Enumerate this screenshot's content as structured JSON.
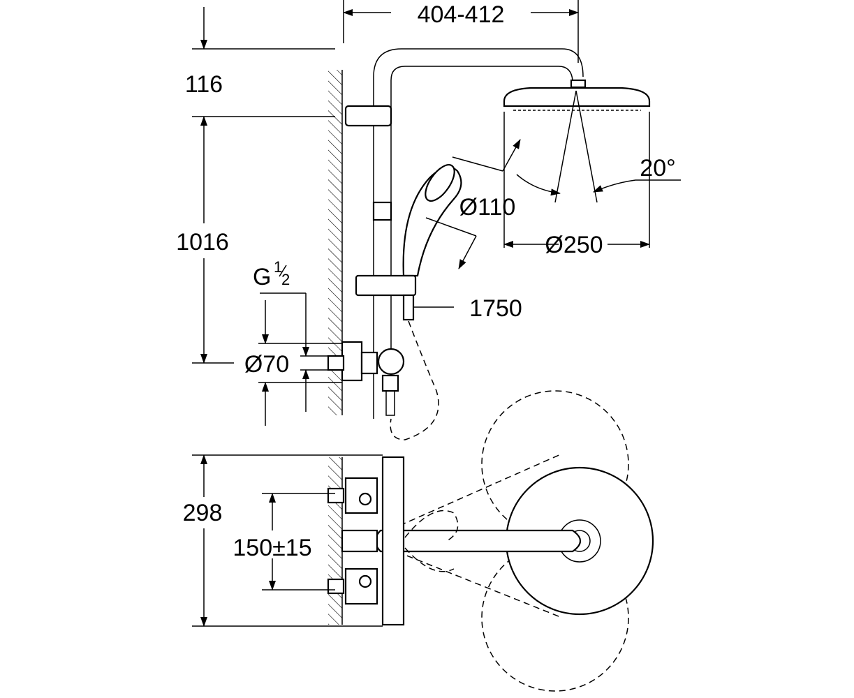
{
  "drawing": {
    "dimensions": {
      "width_arm": "404-412",
      "top_height": "116",
      "riser_height": "1016",
      "thread": "G",
      "thread_num": "1",
      "thread_den": "2",
      "inlet_diameter": "Ø70",
      "hand_shower_diameter": "Ø110",
      "head_shower_diameter": "Ø250",
      "spray_angle": "20°",
      "hose_length": "1750",
      "plan_depth": "298",
      "inlet_spacing": "150±15"
    },
    "line_color": "#000000"
  }
}
